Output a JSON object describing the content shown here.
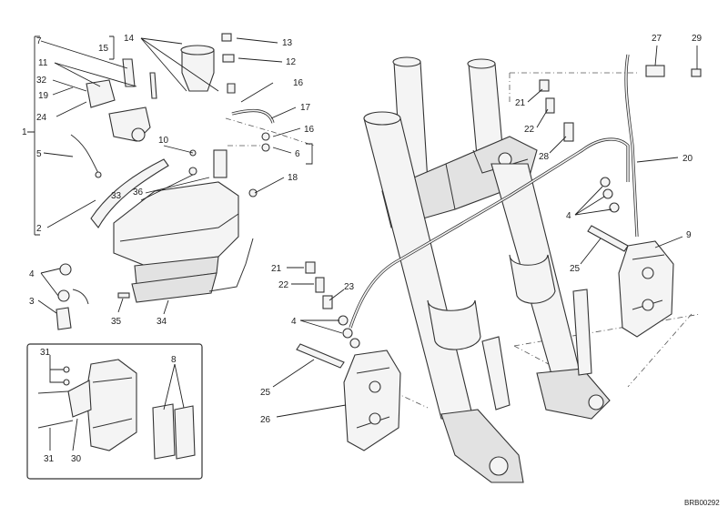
{
  "drawing_code": "BRB00292",
  "callouts": {
    "c1": "1",
    "c2": "2",
    "c3": "3",
    "c4a": "4",
    "c4b": "4",
    "c4c": "4",
    "c5": "5",
    "c6": "6",
    "c7": "7",
    "c8": "8",
    "c9": "9",
    "c10": "10",
    "c11": "11",
    "c12": "12",
    "c13": "13",
    "c14": "14",
    "c15": "15",
    "c16a": "16",
    "c16b": "16",
    "c17": "17",
    "c18": "18",
    "c19": "19",
    "c20": "20",
    "c21a": "21",
    "c21b": "21",
    "c22a": "22",
    "c22b": "22",
    "c23": "23",
    "c24": "24",
    "c25a": "25",
    "c25b": "25",
    "c26": "26",
    "c27": "27",
    "c28": "28",
    "c29": "29",
    "c30": "30",
    "c31a": "31",
    "c31b": "31",
    "c32": "32",
    "c33": "33",
    "c34": "34",
    "c35": "35",
    "c36": "36"
  },
  "icons": {
    "fork_leg": "fork-leg",
    "brake_caliper": "brake-caliper",
    "master_cylinder": "master-cylinder",
    "reservoir": "fluid-reservoir",
    "brake_pad": "brake-pad"
  }
}
